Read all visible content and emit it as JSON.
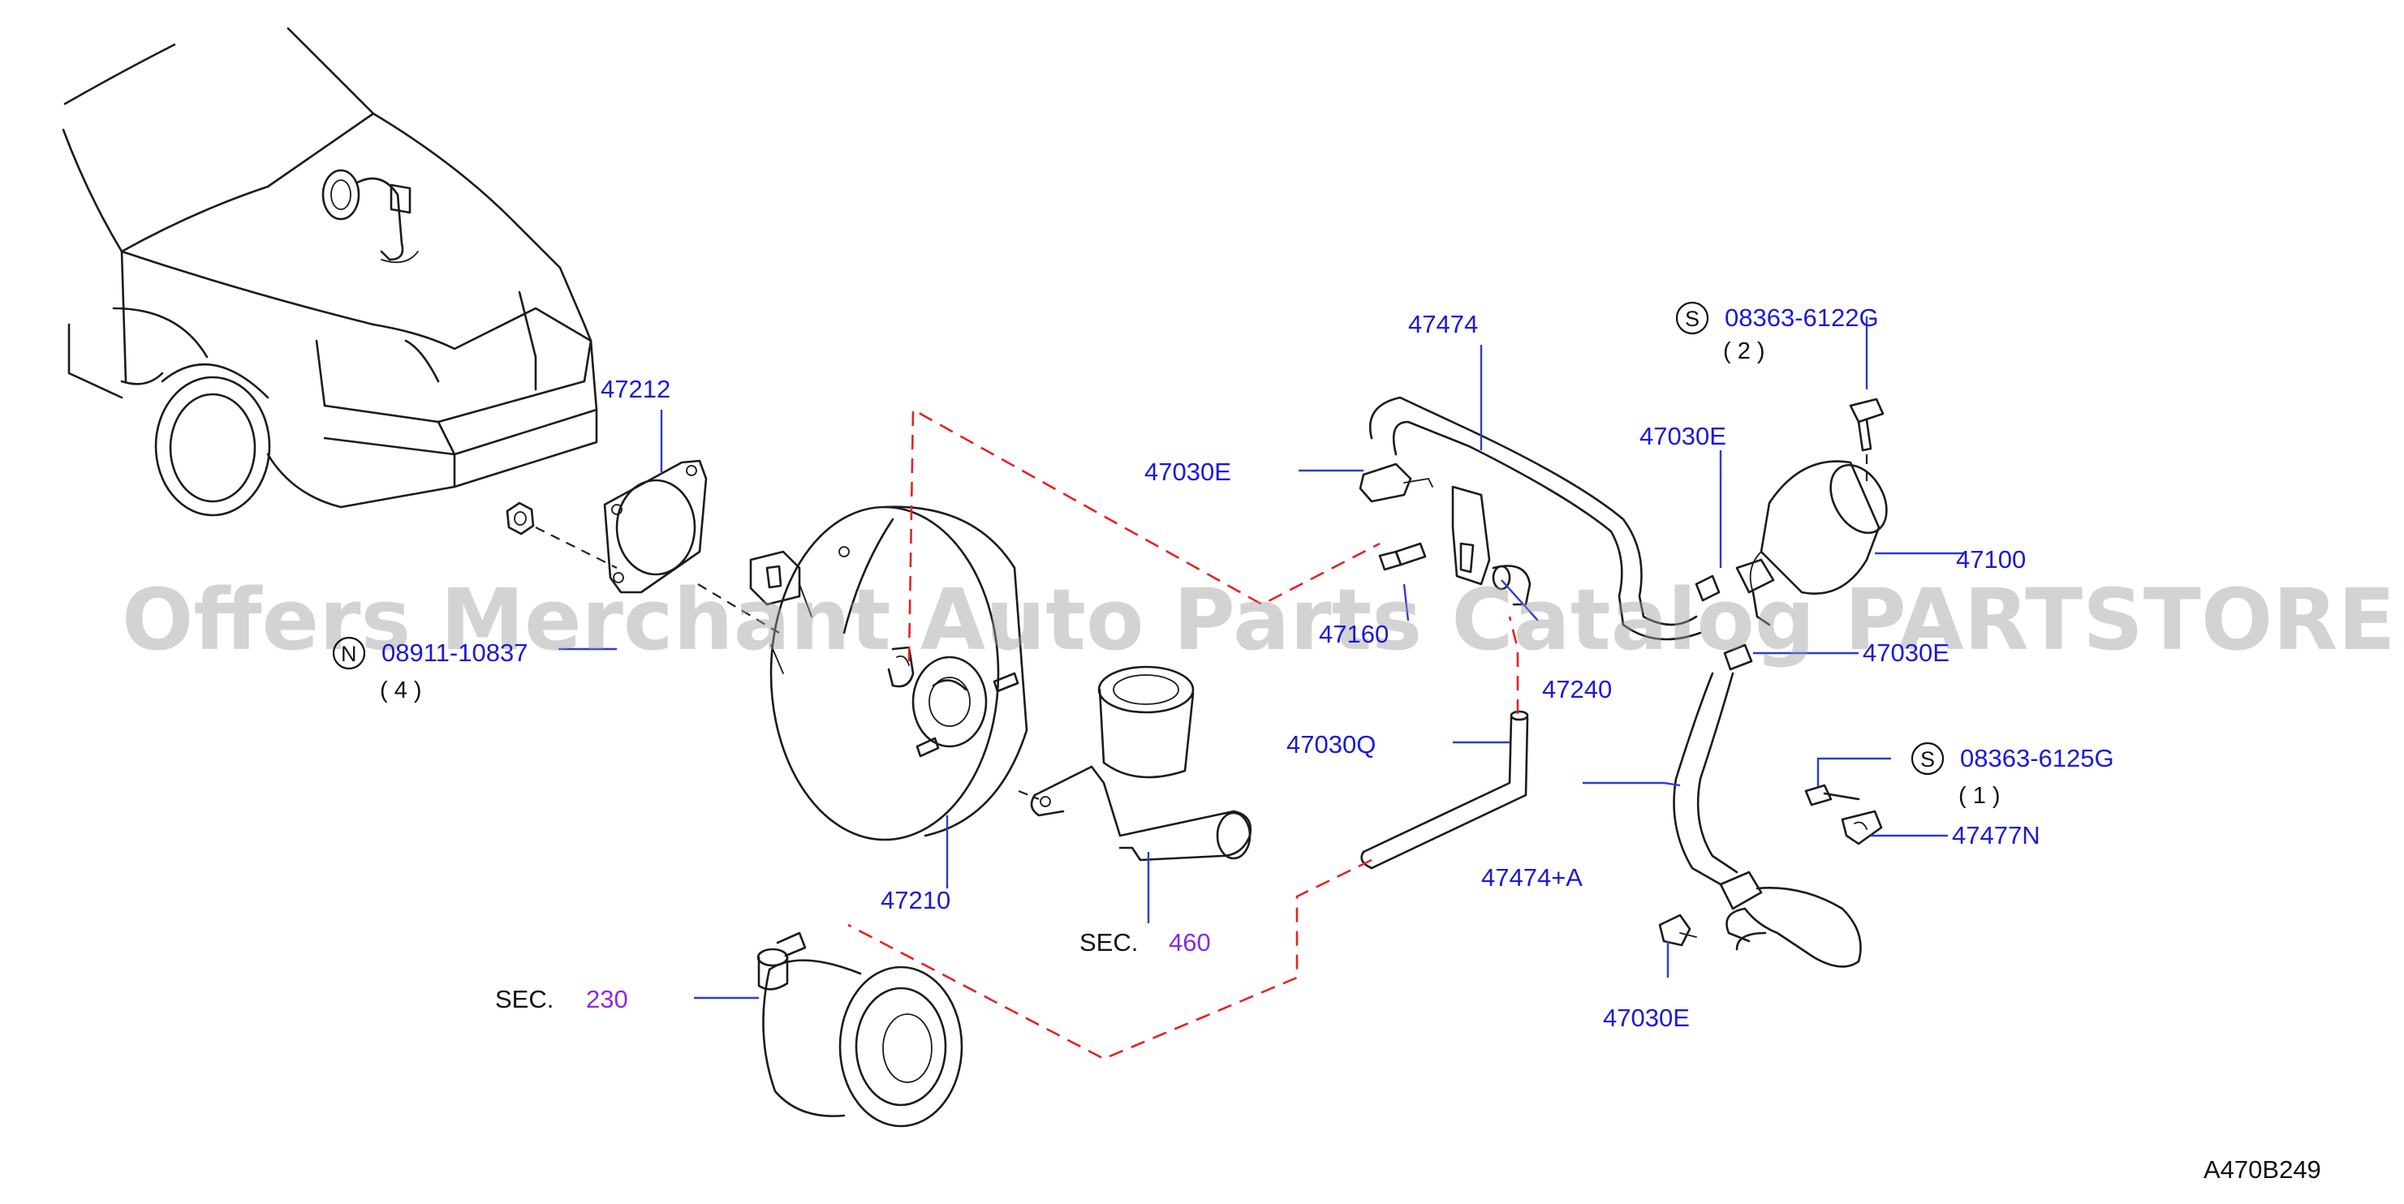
{
  "diagram": {
    "code": "A470B249",
    "watermark": "Offers Merchant Auto Parts Catalog PARTSTORE.SA",
    "colors": {
      "part_number": "#1a1ad6",
      "section_number": "#8a2be2",
      "guide_line": "#e52222",
      "text": "#111111"
    },
    "labels": {
      "p47212": "47212",
      "p47474": "47474",
      "p47030e_top": "47030E",
      "p47030e_right": "47030E",
      "p47100": "47100",
      "p47030e_mid": "47030E",
      "p47160": "47160",
      "p47240": "47240",
      "p47030q": "47030Q",
      "p47474a": "47474+A",
      "p47477n": "47477N",
      "p47210": "47210",
      "p47030e_bottom": "47030E"
    },
    "fasteners": {
      "nut": {
        "badge": "N",
        "part": "08911-10837",
        "qty": "(  4  )"
      },
      "bolt_top": {
        "badge": "S",
        "part": "08363-6122G",
        "qty": "(  2  )"
      },
      "bolt_bottom": {
        "badge": "S",
        "part": "08363-6125G",
        "qty": "(  1  )"
      }
    },
    "sections": {
      "sec460": {
        "prefix": "SEC.",
        "number": "460"
      },
      "sec230": {
        "prefix": "SEC.",
        "number": "230"
      }
    }
  }
}
